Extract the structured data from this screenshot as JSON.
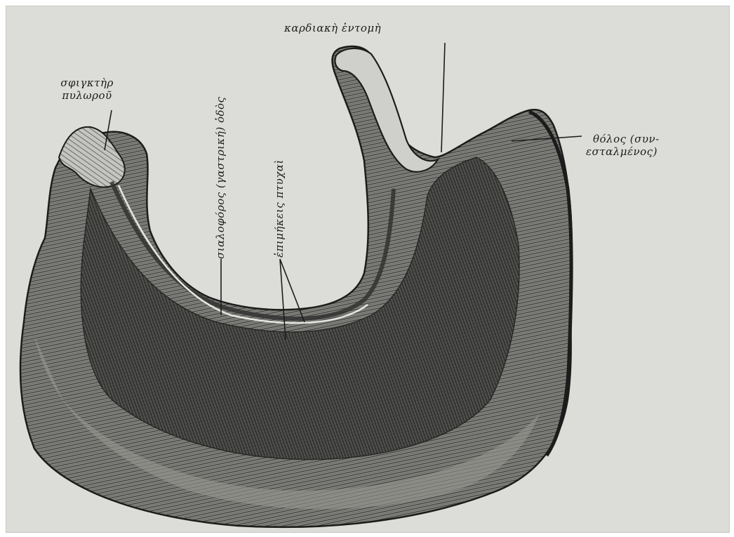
{
  "labels": {
    "pylorus_line1": "σφιγκτὴρ",
    "pylorus_line2": "πυλωροῦ",
    "cardiac_incisure": "καρδιακὴ ἐντομὴ",
    "fundus_line1": "θόλος (συν-",
    "fundus_line2": "εσταλμένος)",
    "salivary_path": "σιαλοφόρος (γαστρική) ὁδὸς",
    "longitudinal_folds": "ἐπιμήκεις πτυχαὶ"
  },
  "colors": {
    "paper": "#dcdcd8",
    "ink": "#1c1c1c",
    "shade_dark": "#2e2e2e",
    "shade_mid": "#6a6a68",
    "shade_light": "#b4b4b0"
  },
  "figure": {
    "subject": "stomach-section-engraving"
  }
}
